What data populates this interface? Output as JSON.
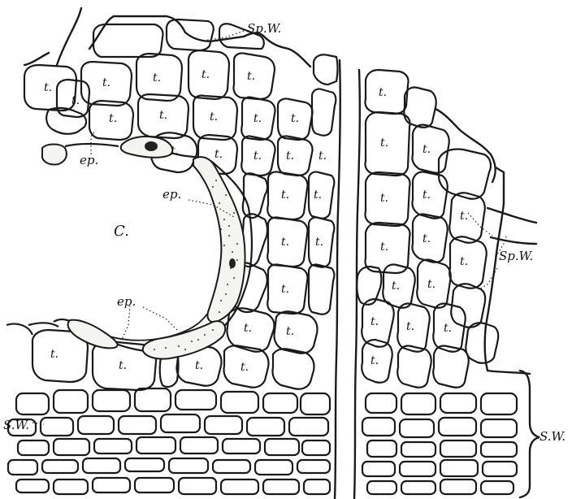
{
  "labels": {
    "spw_top": "Sp.W.",
    "spw_right": "Sp.W.",
    "ep_left": "ep.",
    "ep_middle": "ep.",
    "ep_bottom": "ep.",
    "canal": "C.",
    "sw_left": "S.W.",
    "sw_right": "S.W.",
    "cell_t": "t."
  },
  "colors": {
    "ink": "#1a1a1a",
    "paper": "#ffffff"
  }
}
